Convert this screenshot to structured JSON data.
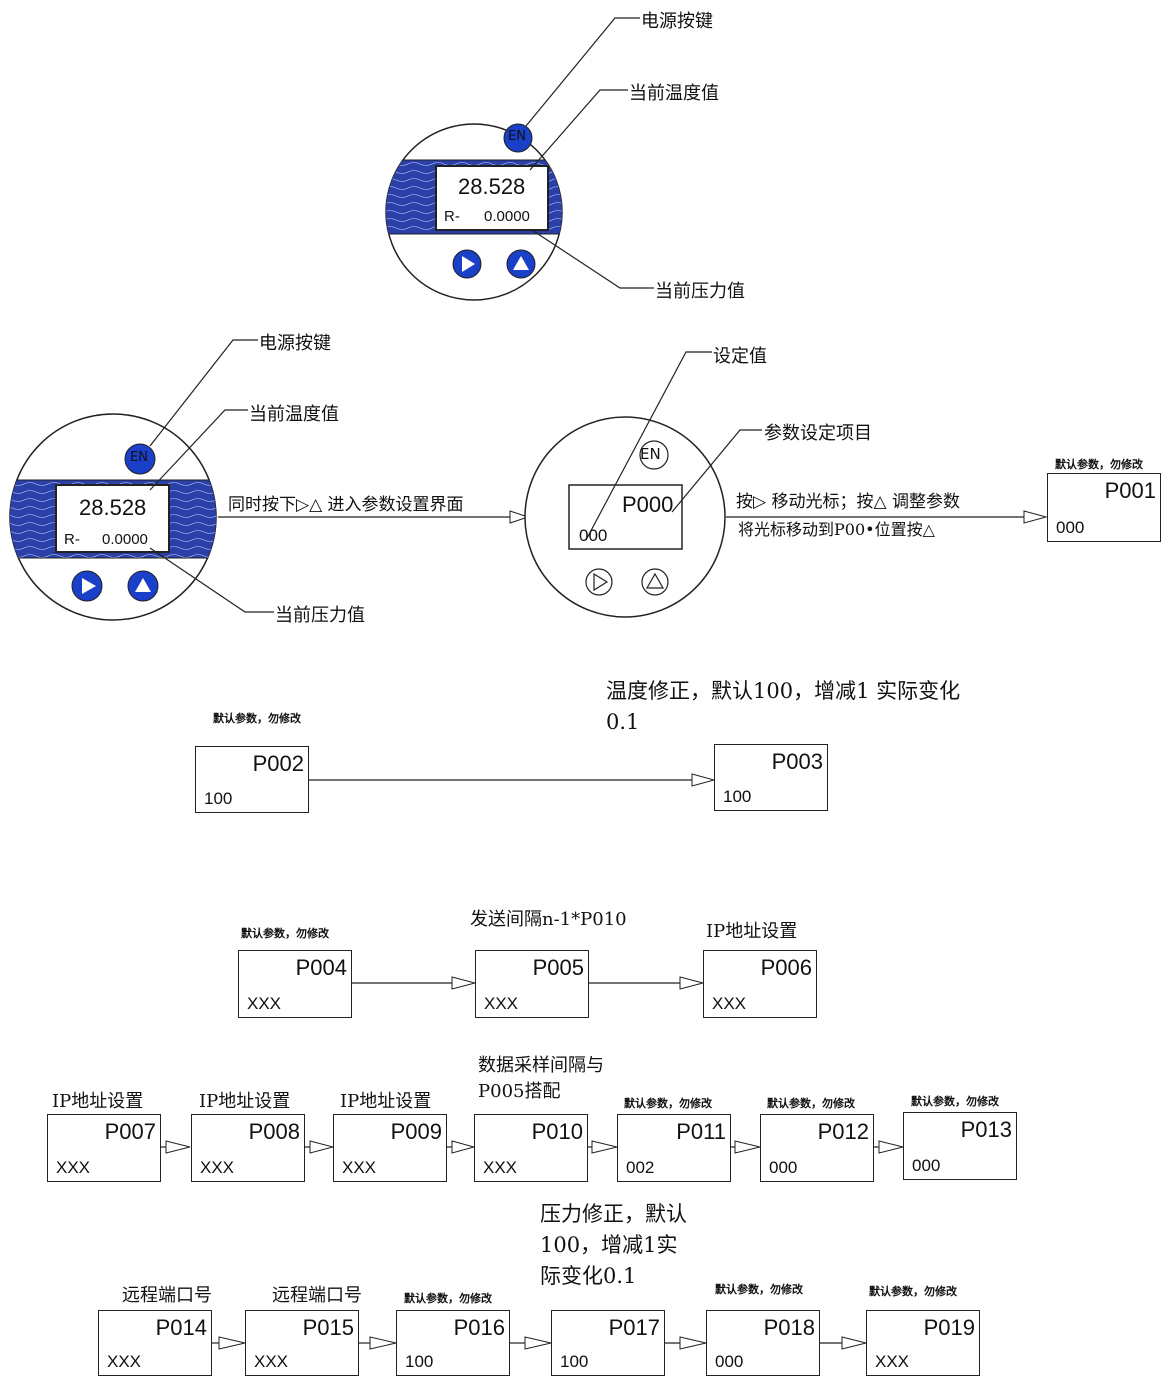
{
  "device_top": {
    "temp": "28.528",
    "pressure_prefix": "R-",
    "pressure": "0.0000",
    "en": "EN",
    "label_power": "电源按键",
    "label_temp": "当前温度值",
    "label_pressure": "当前压力值"
  },
  "device_left": {
    "temp": "28.528",
    "pressure_prefix": "R-",
    "pressure": "0.0000",
    "en": "EN",
    "label_power": "电源按键",
    "label_temp": "当前温度值",
    "label_pressure": "当前压力值"
  },
  "device_setting": {
    "en": "EN",
    "code": "P000",
    "value": "000",
    "label_setvalue": "设定值",
    "label_item": "参数设定项目"
  },
  "arrow_enter_label": "同时按下▷△ 进入参数设置界面",
  "arrow_cursor_label_1": "按▷ 移动光标；按△ 调整参数",
  "arrow_cursor_label_2": "将光标移动到P00•位置按△",
  "notes": {
    "default_param": "默认参数，勿修改",
    "temp_correction": "温度修正，默认100，增减1 实际变化0.1",
    "send_interval": "发送间隔n-1*P010",
    "ip_setting": "IP地址设置",
    "sample_interval": "数据采样间隔与P005搭配",
    "pressure_correction": "压力修正，默认100，增减1实际变化0.1",
    "remote_port": "远程端口号"
  },
  "params": [
    {
      "code": "P001",
      "value": "000"
    },
    {
      "code": "P002",
      "value": "100"
    },
    {
      "code": "P003",
      "value": "100"
    },
    {
      "code": "P004",
      "value": "XXX"
    },
    {
      "code": "P005",
      "value": "XXX"
    },
    {
      "code": "P006",
      "value": "XXX"
    },
    {
      "code": "P007",
      "value": "XXX"
    },
    {
      "code": "P008",
      "value": "XXX"
    },
    {
      "code": "P009",
      "value": "XXX"
    },
    {
      "code": "P010",
      "value": "XXX"
    },
    {
      "code": "P011",
      "value": "002"
    },
    {
      "code": "P012",
      "value": "000"
    },
    {
      "code": "P013",
      "value": "000"
    },
    {
      "code": "P014",
      "value": "XXX"
    },
    {
      "code": "P015",
      "value": "XXX"
    },
    {
      "code": "P016",
      "value": "100"
    },
    {
      "code": "P017",
      "value": "100"
    },
    {
      "code": "P018",
      "value": "000"
    },
    {
      "code": "P019",
      "value": "XXX"
    }
  ],
  "colors": {
    "button_blue": "#1a3fc9",
    "band_blue": "#2b3fa8",
    "line": "#222222"
  }
}
